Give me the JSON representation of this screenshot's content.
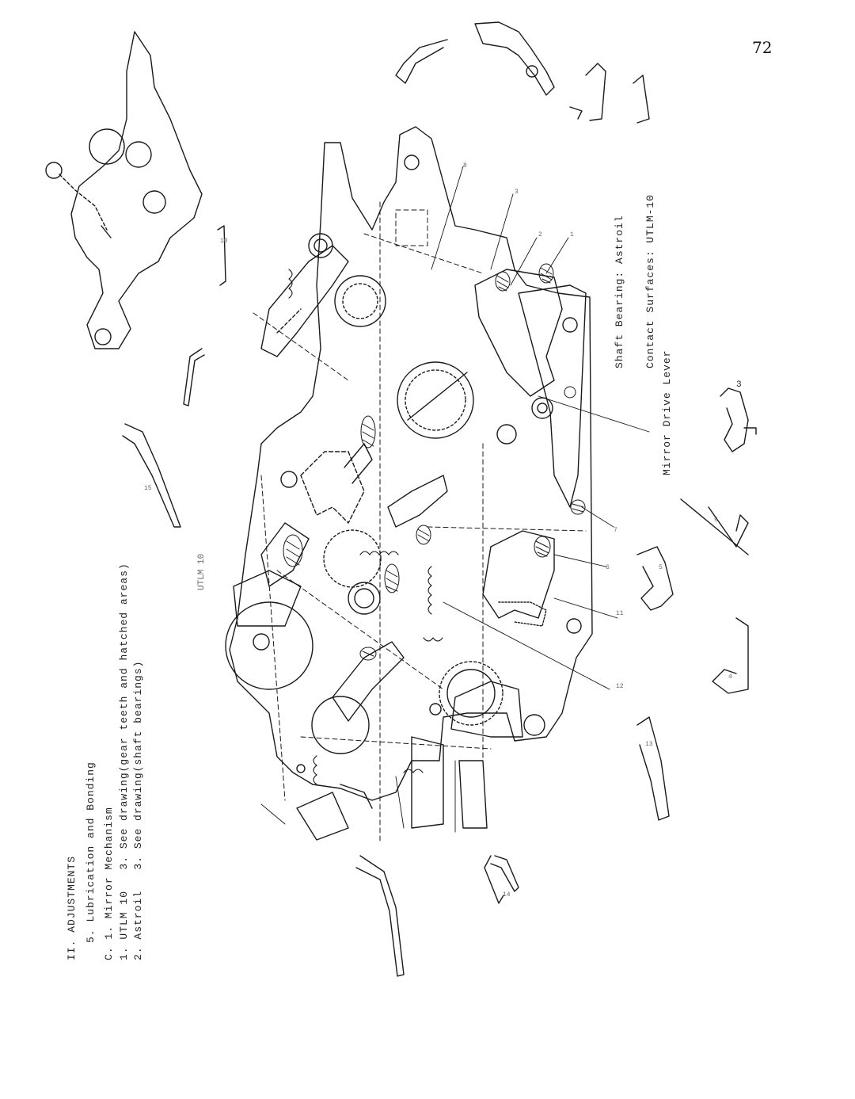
{
  "page_number": "72",
  "section": {
    "heading": "II. ADJUSTMENTS",
    "subheading": "5. Lubrication and Bonding",
    "item_c": "C. 1. Mirror Mechanism",
    "line_utlm": "1. UTLM 10   3. See drawing(gear teeth and hatched areas)",
    "line_astroil": "2. Astroil   3. See drawing(shaft bearings)"
  },
  "captions": {
    "shaft_bearing": "Shaft Bearing: Astroil",
    "contact_surfaces": "Contact Surfaces: UTLM-10",
    "mirror_drive_lever": "Mirror Drive Lever"
  },
  "callouts": [
    "1",
    "2",
    "3",
    "3",
    "4",
    "5",
    "6",
    "7",
    "8",
    "9",
    "10",
    "11",
    "12",
    "13",
    "14",
    "15"
  ],
  "drawing_label": "UTLM 10",
  "ink_color": "#1a1a1a"
}
